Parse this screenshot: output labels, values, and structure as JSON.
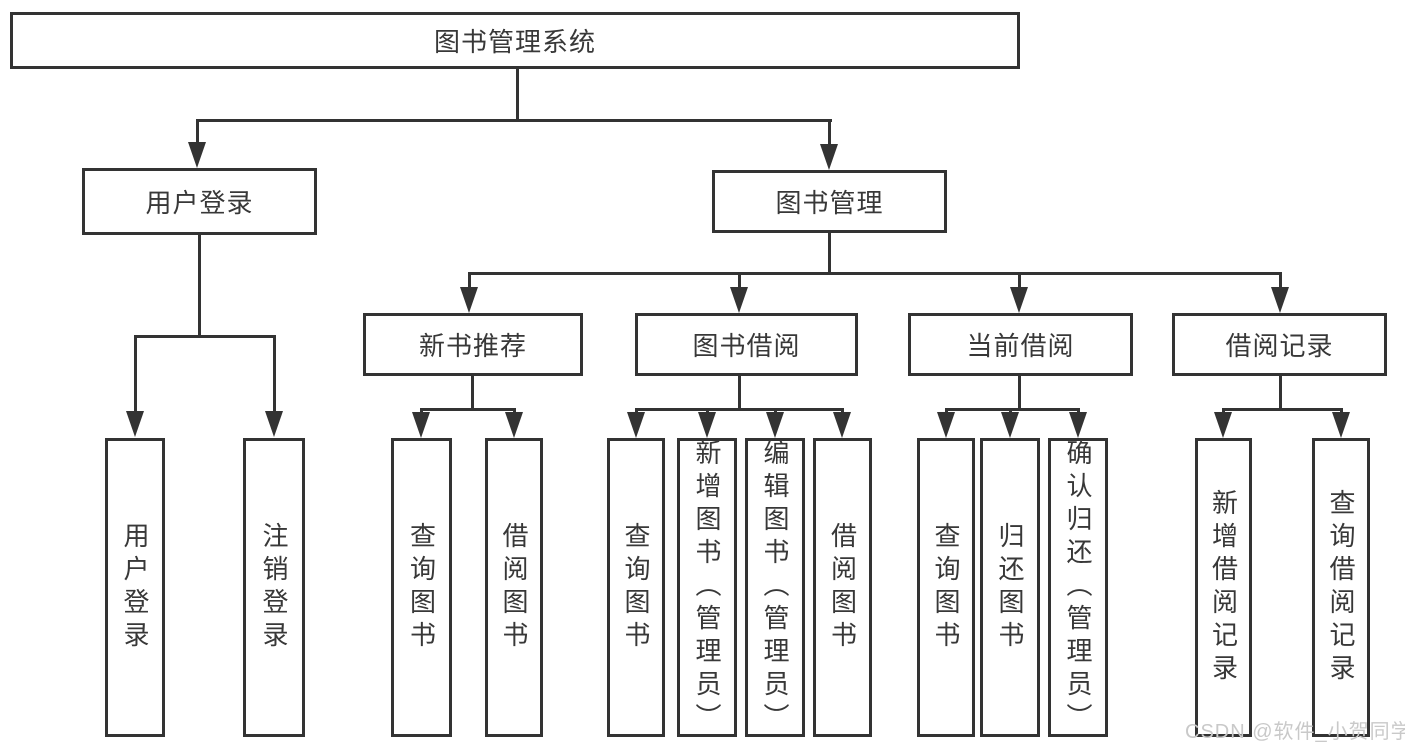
{
  "diagram_title": "图书管理系统",
  "hierarchy": {
    "root": "图书管理系统",
    "children": [
      {
        "label": "用户登录",
        "children": [
          "用户登录",
          "注销登录"
        ]
      },
      {
        "label": "图书管理",
        "children": [
          {
            "label": "新书推荐",
            "children": [
              "查询图书",
              "借阅图书"
            ]
          },
          {
            "label": "图书借阅",
            "children": [
              "查询图书",
              "新增图书（管理员）",
              "编辑图书（管理员）",
              "借阅图书"
            ]
          },
          {
            "label": "当前借阅",
            "children": [
              "查询图书",
              "归还图书",
              "确认归还（管理员）"
            ]
          },
          {
            "label": "借阅记录",
            "children": [
              "新增借阅记录",
              "查询借阅记录"
            ]
          }
        ]
      }
    ]
  },
  "root": {
    "label": "图书管理系统"
  },
  "level2": {
    "user_login": {
      "label": "用户登录"
    },
    "book_mgmt": {
      "label": "图书管理"
    }
  },
  "level3": {
    "new_books": {
      "label": "新书推荐"
    },
    "book_borrow": {
      "label": "图书借阅"
    },
    "current_borrow": {
      "label": "当前借阅"
    },
    "borrow_records": {
      "label": "借阅记录"
    }
  },
  "leaves": {
    "user_login": [
      "用户登录",
      "注销登录"
    ],
    "new_books": [
      "查询图书",
      "借阅图书"
    ],
    "book_borrow": [
      "查询图书",
      "新增图书（管理员）",
      "编辑图书（管理员）",
      "借阅图书"
    ],
    "current_borrow": [
      "查询图书",
      "归还图书",
      "确认归还（管理员）"
    ],
    "borrow_records": [
      "新增借阅记录",
      "查询借阅记录"
    ]
  },
  "watermark": {
    "text": "CSDN @软件_小贺同学",
    "color": "#c9c9c9"
  },
  "colors": {
    "line": "#333333",
    "box_border": "#333333",
    "text": "#383838",
    "background": "#ffffff"
  }
}
